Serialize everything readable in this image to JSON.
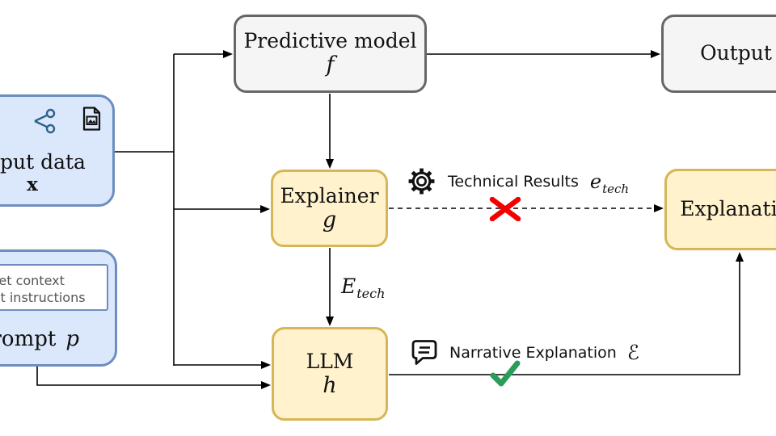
{
  "colors": {
    "blue_fill": "#dbe8fc",
    "blue_border": "#6c8ebf",
    "gray_fill": "#f5f5f5",
    "gray_border": "#666666",
    "yellow_fill": "#fff2cc",
    "yellow_border": "#d6b656",
    "cross_red": "#f40000",
    "check_green": "#2a9d5a"
  },
  "nodes": {
    "input_data": {
      "title": "Input data",
      "symbol": "x"
    },
    "prompt": {
      "context_lines": [
        "dataset context",
        "output instructions"
      ],
      "title": "Prompt",
      "symbol": "p"
    },
    "predictive_model": {
      "title": "Predictive model",
      "symbol": "f"
    },
    "output": {
      "title": "Output"
    },
    "explainer": {
      "title": "Explainer",
      "symbol": "g"
    },
    "llm": {
      "title": "LLM",
      "symbol": "h"
    },
    "explanation": {
      "title": "Explanation"
    }
  },
  "edge_labels": {
    "technical_results": {
      "text": "Technical Results",
      "symbol": "e",
      "subscript": "tech"
    },
    "narrative_explanation": {
      "text": "Narrative Explanation",
      "symbol": "ℰ"
    },
    "explainer_to_llm": {
      "symbol": "E",
      "subscript": "tech"
    }
  },
  "icons": [
    "table-icon",
    "share-icon",
    "image-file-icon",
    "gear-icon",
    "speech-bubble-icon",
    "cross-icon",
    "check-icon"
  ]
}
